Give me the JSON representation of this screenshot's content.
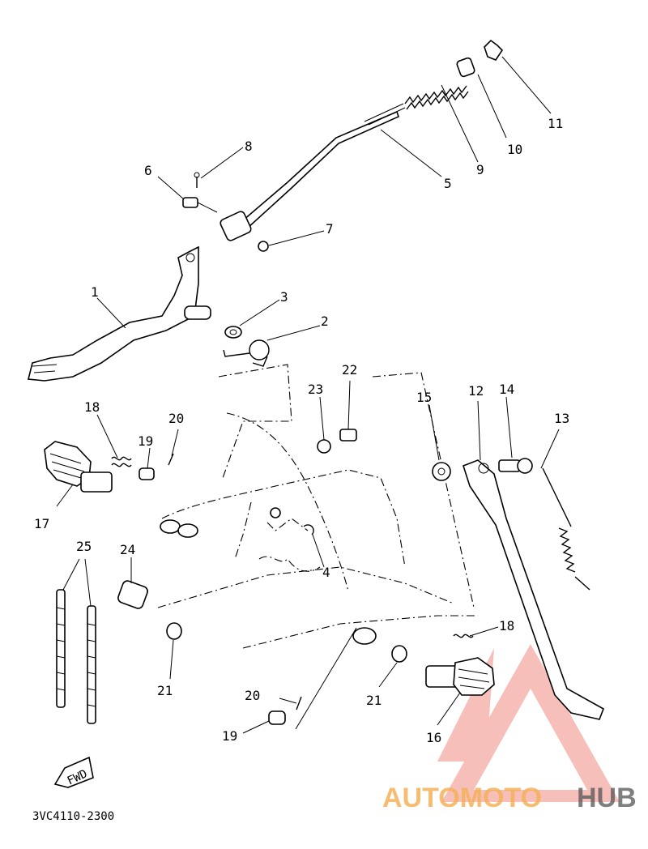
{
  "diagram": {
    "code": "3VC4110-2300",
    "fwd": "FWD",
    "labels": {
      "l1": "1",
      "l2": "2",
      "l3": "3",
      "l4": "4",
      "l5": "5",
      "l6": "6",
      "l7": "7",
      "l8": "8",
      "l9": "9",
      "l10": "10",
      "l11": "11",
      "l12": "12",
      "l13": "13",
      "l14": "14",
      "l15": "15",
      "l16": "16",
      "l17": "17",
      "l18a": "18",
      "l18b": "18",
      "l19a": "19",
      "l19b": "19",
      "l20a": "20",
      "l20b": "20",
      "l21a": "21",
      "l21b": "21",
      "l22": "22",
      "l23": "23",
      "l24": "24",
      "l25": "25"
    }
  },
  "watermark": {
    "part1": "AUTOMOTO",
    "part2": "HUB",
    "logo_color": "#f28b82"
  }
}
